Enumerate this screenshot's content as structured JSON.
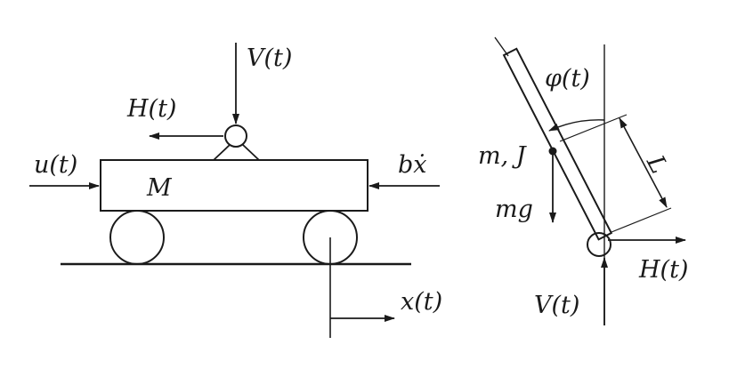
{
  "diagram": {
    "cart": {
      "force_vertical": "V(t)",
      "force_horizontal": "H(t)",
      "input_force": "u(t)",
      "friction": "bẋ",
      "mass": "M",
      "position": "x(t)"
    },
    "pendulum": {
      "angle": "φ(t)",
      "mass_inertia": "m, J",
      "gravity": "mg",
      "length": "L",
      "force_horizontal": "H(t)",
      "force_vertical": "V(t)"
    },
    "colors": {
      "ink": "#1a1a1a",
      "background": "#ffffff"
    }
  }
}
